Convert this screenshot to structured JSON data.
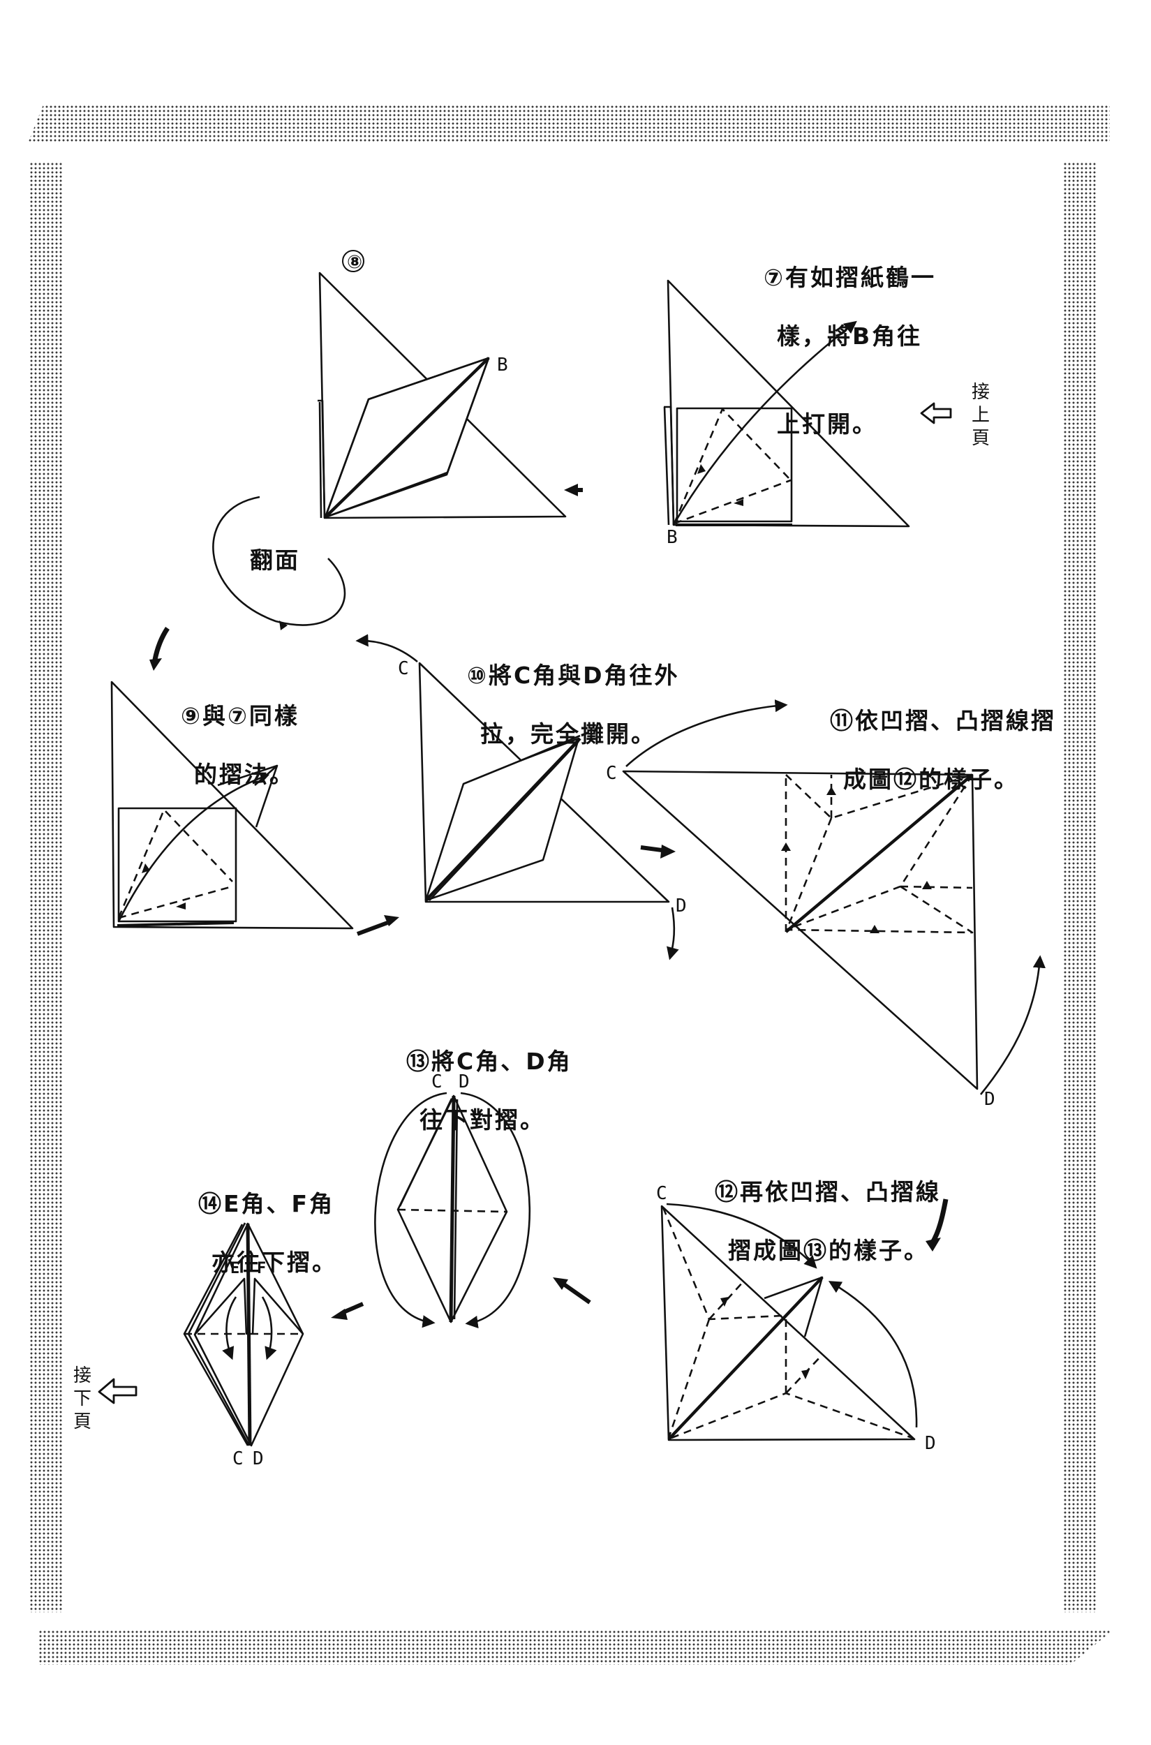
{
  "page": {
    "type": "origami instruction page",
    "frame_color": "#3a3a3a",
    "background": "#ffffff",
    "ink": "#111111"
  },
  "nav": {
    "continue_from_prev": [
      "接",
      "上",
      "頁"
    ],
    "continue_to_next": [
      "接",
      "下",
      "頁"
    ]
  },
  "steps": {
    "s7": {
      "number": "⑦",
      "line1": "有如摺紙鶴一",
      "line2": "樣，將B角往",
      "line3": "上打開。",
      "labels": [
        "B"
      ]
    },
    "s8": {
      "number": "⑧",
      "labels": [
        "B"
      ]
    },
    "flip": {
      "label": "翻面"
    },
    "s9": {
      "number": "⑨",
      "line1": "與⑦同樣",
      "line2": "的摺法。"
    },
    "s10": {
      "number": "⑩",
      "line1": "將C角與D角往外",
      "line2": "拉，完全攤開。",
      "labels": [
        "C",
        "D"
      ]
    },
    "s11": {
      "number": "⑪",
      "line1": "依凹摺、凸摺線摺",
      "line2": "成圖⑫的樣子。",
      "labels": [
        "C",
        "D"
      ]
    },
    "s12": {
      "number": "⑫",
      "line1": "再依凹摺、凸摺線",
      "line2": "摺成圖⑬的樣子。",
      "labels": [
        "C",
        "D"
      ]
    },
    "s13": {
      "number": "⑬",
      "line1": "將C角、D角",
      "line2": "往下對摺。",
      "labels": [
        "C",
        "D"
      ]
    },
    "s14": {
      "number": "⑭",
      "line1": "E角、F角",
      "line2": "亦往下摺。",
      "labels": [
        "E",
        "F",
        "C",
        "D"
      ]
    }
  }
}
